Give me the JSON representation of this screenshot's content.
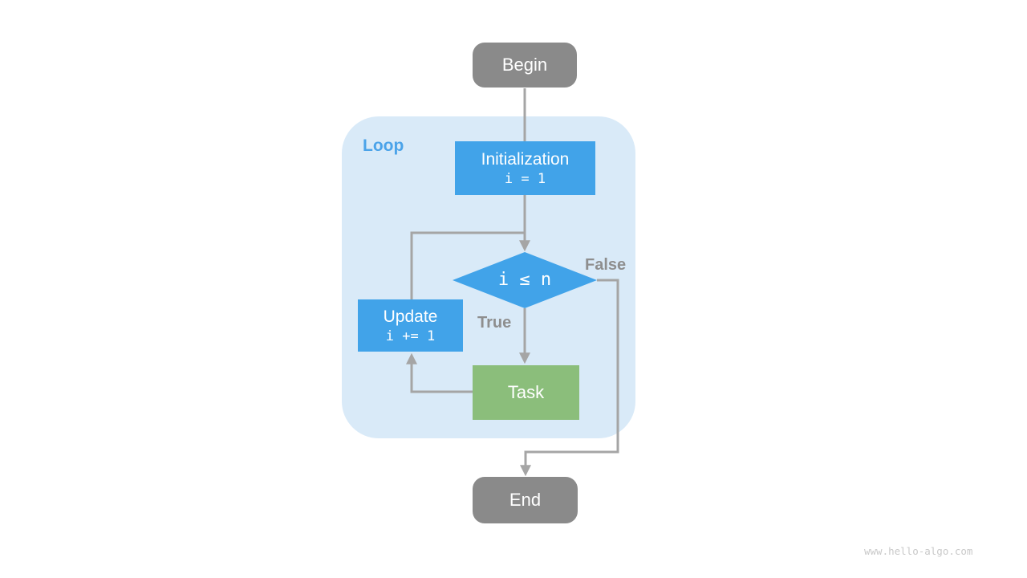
{
  "theme": {
    "bg": "#ffffff",
    "node-gray": "#8A8A8A",
    "node-blue": "#41A3E9",
    "node-green": "#8BBE7B",
    "node-text": "#ffffff",
    "loop-bg": "#D9EAF8",
    "loop-label": "#4BA3E9",
    "edge-gray": "#A5A5A5",
    "edge-label": "#8E8E8E",
    "watermark": "#C9C9C9"
  },
  "diagram": {
    "loop_label": "Loop",
    "nodes": {
      "begin": {
        "label": "Begin"
      },
      "initialization": {
        "label": "Initialization",
        "code": "i = 1"
      },
      "condition": {
        "code": "i ≤ n"
      },
      "update": {
        "label": "Update",
        "code": "i += 1"
      },
      "task": {
        "label": "Task"
      },
      "end": {
        "label": "End"
      }
    },
    "edge_labels": {
      "true_branch": "True",
      "false_branch": "False"
    }
  },
  "watermark": "www.hello-algo.com"
}
